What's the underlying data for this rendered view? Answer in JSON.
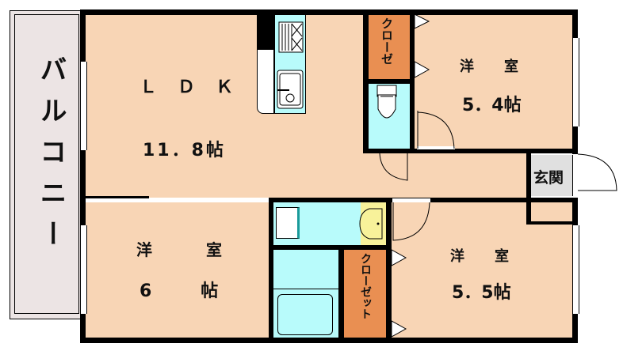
{
  "floorplan": {
    "balcony": {
      "label": "バルコニー"
    },
    "ldk": {
      "name": "ＬＤＫ",
      "size": "11．8帖"
    },
    "western_room_ne": {
      "name": "洋　室",
      "size": "5．4帖"
    },
    "western_room_sw": {
      "name": "洋　室",
      "size": "6　帖"
    },
    "western_room_se": {
      "name": "洋　室",
      "size": "5．5帖"
    },
    "closet_small": {
      "label": "クローゼ"
    },
    "closet_large": {
      "label": "クローゼット"
    },
    "entrance": {
      "label": "玄関"
    },
    "colors": {
      "floor": "#f8d5b5",
      "wet_area": "#b8fbfb",
      "closet": "#e98f52",
      "balcony": "#ece4e4",
      "entrance": "#e0e0e0",
      "washbasin": "#f8f29a",
      "wall": "#000000"
    }
  }
}
